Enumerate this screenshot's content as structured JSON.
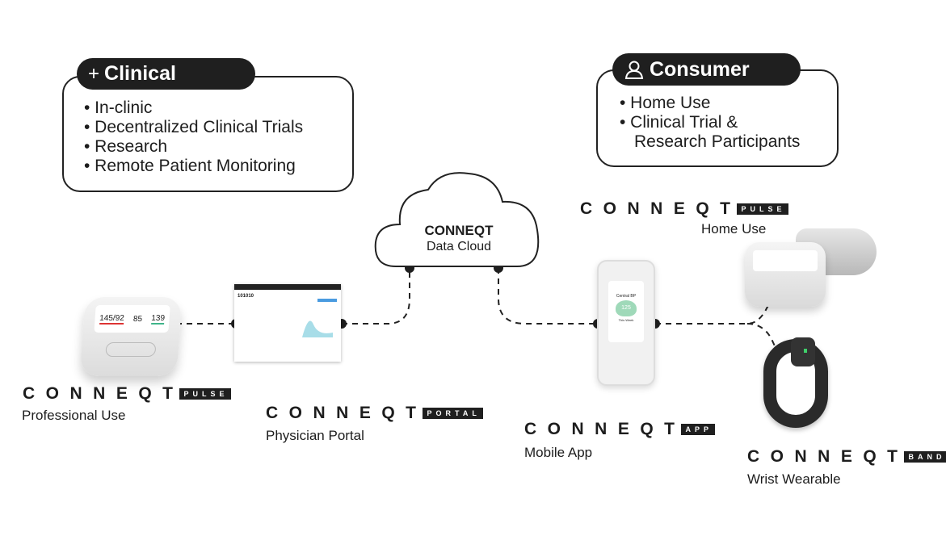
{
  "clinical": {
    "title": "Clinical",
    "icon": "crosshair-plus-icon",
    "items": [
      "• In-clinic",
      "• Decentralized Clinical Trials",
      "• Research",
      "• Remote Patient Monitoring"
    ]
  },
  "consumer": {
    "title": "Consumer",
    "icon": "person-icon",
    "items": [
      "• Home Use",
      "• Clinical Trial &",
      "  Research Participants"
    ]
  },
  "cloud": {
    "brand": "CONNEQT",
    "label": "Data Cloud"
  },
  "products": [
    {
      "brand": "CONNEQT",
      "badge": "PULSE",
      "caption": "Professional Use"
    },
    {
      "brand": "CONNEQT",
      "badge": "PORTAL",
      "caption": "Physician Portal"
    },
    {
      "brand": "CONNEQT",
      "badge": "APP",
      "caption": "Mobile App"
    },
    {
      "brand": "CONNEQT",
      "badge": "PULSE",
      "caption": "Home Use"
    },
    {
      "brand": "CONNEQT",
      "badge": "BAND",
      "caption": "Wrist Wearable"
    }
  ],
  "device_screen": {
    "sys": "145/92",
    "pulse": "85",
    "central": "139"
  },
  "portal_screen": {
    "id": "101010"
  },
  "app_screen": {
    "title": "Central BP",
    "value": "125",
    "week": "This Week"
  },
  "colors": {
    "dark": "#1f1f1f",
    "accent_green": "#3fb58a",
    "alert_red": "#d33"
  }
}
